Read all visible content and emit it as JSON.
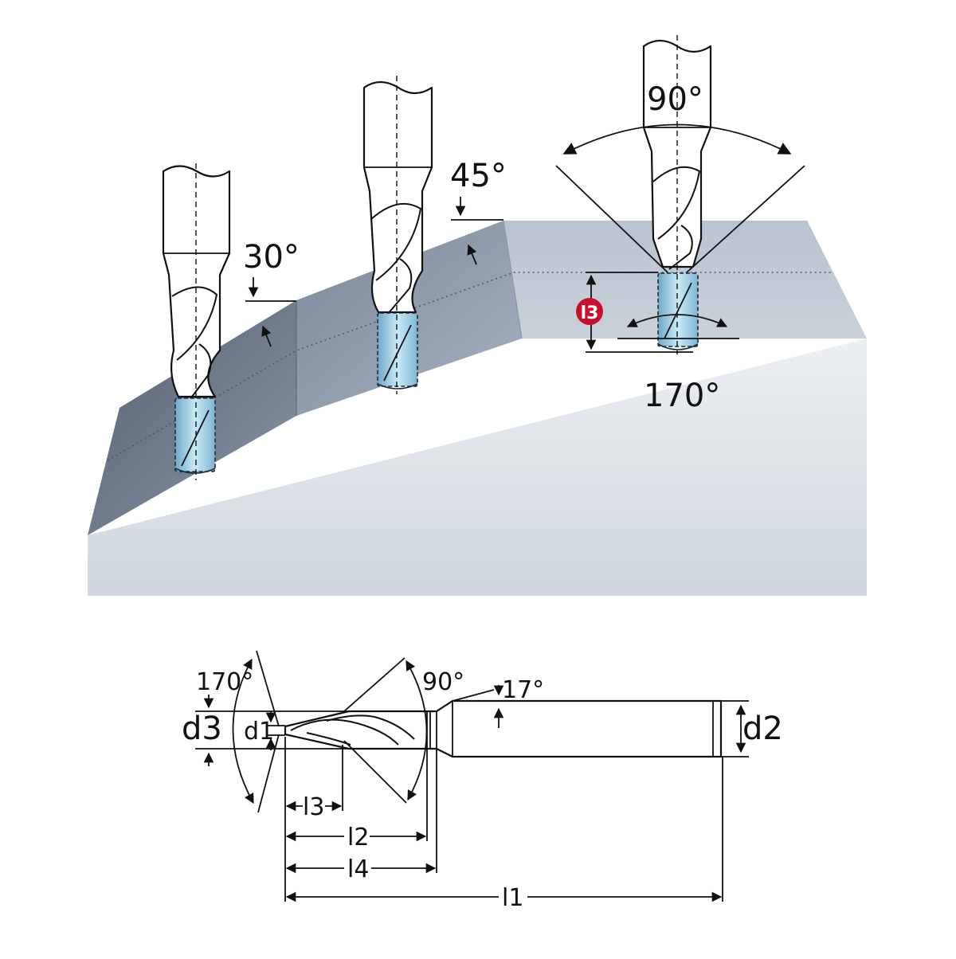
{
  "top_view": {
    "angle_30": "30°",
    "angle_45": "45°",
    "angle_90": "90°",
    "angle_170": "170°",
    "badge_l3": "l3"
  },
  "drawing": {
    "angle_170": "170°",
    "angle_90": "90°",
    "angle_17": "17°",
    "d3": "d3",
    "d1": "d1",
    "d2": "d2",
    "l3": "l3",
    "l2": "l2",
    "l4": "l4",
    "l1": "l1"
  },
  "colors": {
    "badge_red": "#c8102e",
    "slope_dark": "#6e7d90",
    "block_light": "#dfe4ea",
    "hole_blue": "#9fd3ea"
  }
}
